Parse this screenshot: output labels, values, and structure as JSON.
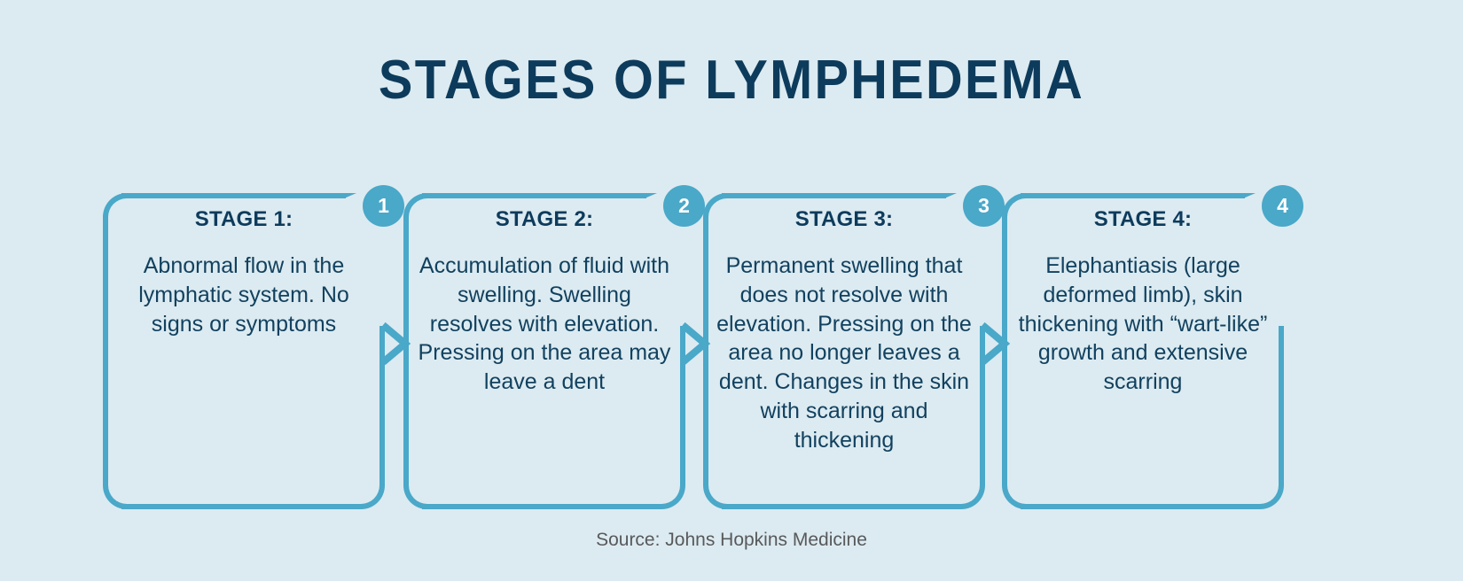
{
  "title": "STAGES OF LYMPHEDEMA",
  "source": "Source: Johns Hopkins Medicine",
  "colors": {
    "background": "#dcebf1",
    "accent_blue": "#4aa8c9",
    "title_navy": "#0d3b5c",
    "body_navy": "#12415f",
    "source_gray": "#58595b",
    "badge_text": "#ffffff"
  },
  "stages": [
    {
      "number": "1",
      "heading": "STAGE 1:",
      "body": "Abnormal flow in the lymphatic system. No signs or symptoms"
    },
    {
      "number": "2",
      "heading": "STAGE 2:",
      "body": "Accumulation of fluid with swelling. Swelling resolves with elevation. Pressing on the area may leave a dent"
    },
    {
      "number": "3",
      "heading": "STAGE 3:",
      "body": "Permanent swelling that does not resolve with elevation. Pressing on the area no longer leaves a dent. Changes in the skin with scarring and thickening"
    },
    {
      "number": "4",
      "heading": "STAGE 4:",
      "body": "Elephantiasis (large deformed limb), skin thickening with “wart-like” growth and extensive scarring"
    }
  ],
  "arrows": [
    {
      "name": "arrow-stage1-to-stage2"
    },
    {
      "name": "arrow-stage2-to-stage3"
    },
    {
      "name": "arrow-stage3-to-stage4"
    }
  ]
}
